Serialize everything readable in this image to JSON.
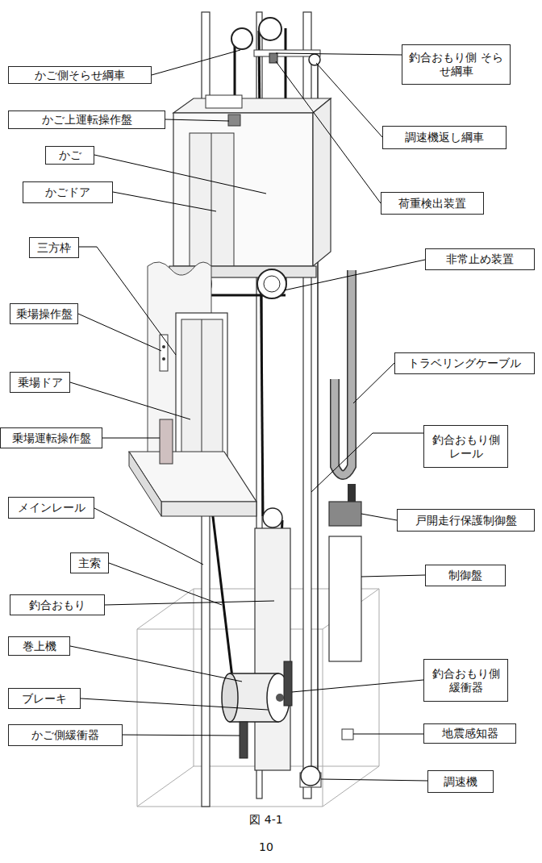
{
  "diagram": {
    "caption": "図 4-1",
    "nodes": [
      {
        "text": [
          "かご側そらせ綱車"
        ]
      },
      {
        "text": [
          "釣合おもり側 そらせ綱車"
        ]
      },
      {
        "text": [
          "かご上運転操作盤"
        ]
      },
      {
        "text": [
          "調速機返し綱車"
        ]
      },
      {
        "text": [
          "かご"
        ]
      },
      {
        "text": [
          "かごドア"
        ]
      },
      {
        "text": [
          "荷重検出装置"
        ]
      },
      {
        "text": [
          "三方枠"
        ]
      },
      {
        "text": [
          "非常止め装置"
        ]
      },
      {
        "text": [
          "乗場操作盤"
        ]
      },
      {
        "text": [
          "トラベリングケーブル"
        ]
      },
      {
        "text": [
          "乗場ドア"
        ]
      },
      {
        "text": [
          "乗場運転操作盤"
        ]
      },
      {
        "text": [
          "釣合おもり側 レール"
        ]
      },
      {
        "text": [
          "メインレール"
        ]
      },
      {
        "text": [
          "戸開走行保護制御盤"
        ]
      },
      {
        "text": [
          "主索"
        ]
      },
      {
        "text": [
          "制御盤"
        ]
      },
      {
        "text": [
          "釣合おもり"
        ]
      },
      {
        "text": [
          "巻上機"
        ]
      },
      {
        "text": [
          "釣合おもり側 緩衝器"
        ]
      },
      {
        "text": [
          "ブレーキ"
        ]
      },
      {
        "text": [
          "かご側緩衝器"
        ]
      },
      {
        "text": [
          "地震感知器"
        ]
      },
      {
        "text": [
          "調速機"
        ]
      }
    ],
    "labels": [
      "10"
    ]
  }
}
